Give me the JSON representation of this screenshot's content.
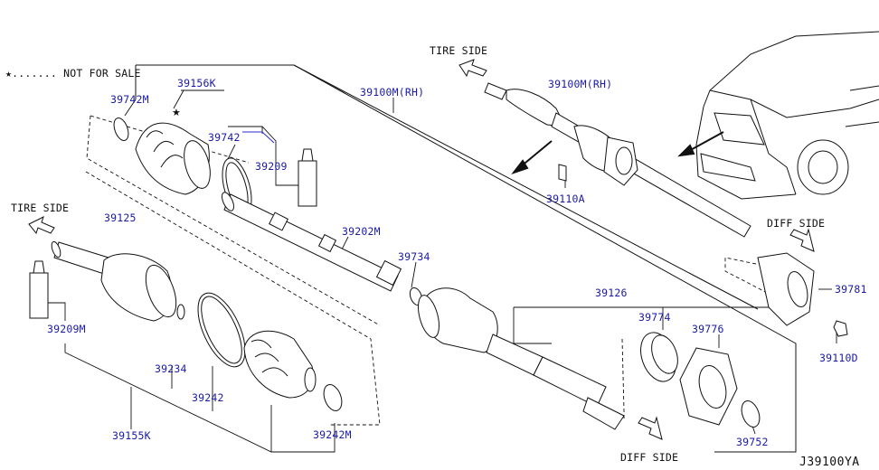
{
  "colors": {
    "ink": "#111111",
    "part_number": "#1a1aa6",
    "leader_blue": "#2a2ad0",
    "background": "#ffffff"
  },
  "legend": {
    "star": "★",
    "text": "....... NOT FOR SALE"
  },
  "direction_labels": {
    "tire_side_top": "TIRE SIDE",
    "tire_side_left": "TIRE SIDE",
    "diff_side_right": "DIFF SIDE",
    "diff_side_bottom": "DIFF SIDE"
  },
  "part_numbers": {
    "p39742M": "39742M",
    "p39156K": "39156K",
    "p39742": "39742",
    "p39209": "39209",
    "p39100M_main": "39100M(RH)",
    "p39100M_detail": "39100M(RH)",
    "p39110A": "39110A",
    "p39125": "39125",
    "p39202M": "39202M",
    "p39734": "39734",
    "p39209M": "39209M",
    "p39234": "39234",
    "p39242": "39242",
    "p39242M": "39242M",
    "p39155K": "39155K",
    "p39126": "39126",
    "p39774": "39774",
    "p39776": "39776",
    "p39781": "39781",
    "p39110D": "39110D",
    "p39752": "39752"
  },
  "diagram_code": "J39100YA",
  "icons": [
    "star-icon",
    "direction-arrow-icon",
    "vehicle-outline-icon"
  ]
}
